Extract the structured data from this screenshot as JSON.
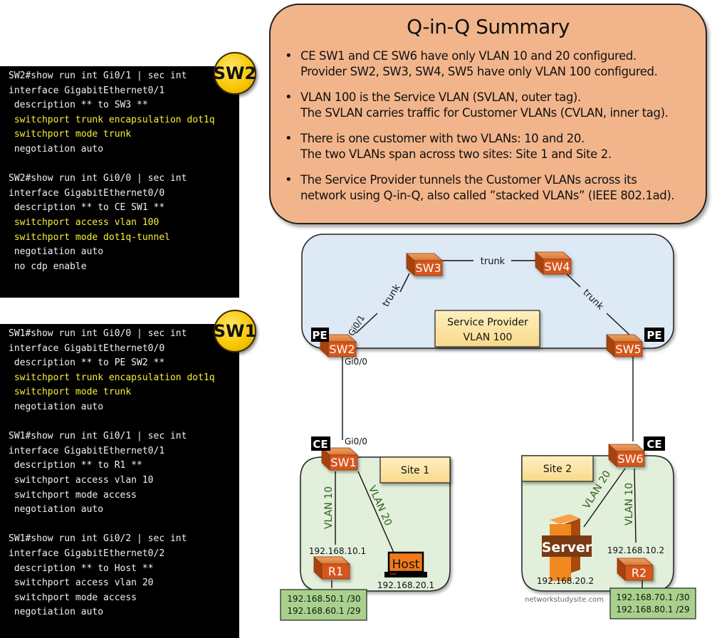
{
  "terminals": {
    "sw2": {
      "badge": "SW2",
      "lines": [
        {
          "text": "SW2#show run int Gi0/1 | sec int",
          "highlight": false
        },
        {
          "text": "interface GigabitEthernet0/1",
          "highlight": false
        },
        {
          "text": " description ** to SW3 **",
          "highlight": false
        },
        {
          "text": " switchport trunk encapsulation dot1q",
          "highlight": true
        },
        {
          "text": " switchport mode trunk",
          "highlight": true
        },
        {
          "text": " negotiation auto",
          "highlight": false
        },
        {
          "text": "",
          "highlight": false
        },
        {
          "text": "SW2#show run int Gi0/0 | sec int",
          "highlight": false
        },
        {
          "text": "interface GigabitEthernet0/0",
          "highlight": false
        },
        {
          "text": " description ** to CE SW1 **",
          "highlight": false
        },
        {
          "text": " switchport access vlan 100",
          "highlight": true
        },
        {
          "text": " switchport mode dot1q-tunnel",
          "highlight": true
        },
        {
          "text": " negotiation auto",
          "highlight": false
        },
        {
          "text": " no cdp enable",
          "highlight": false
        }
      ]
    },
    "sw1": {
      "badge": "SW1",
      "lines": [
        {
          "text": "SW1#show run int Gi0/0 | sec int",
          "highlight": false
        },
        {
          "text": "interface GigabitEthernet0/0",
          "highlight": false
        },
        {
          "text": " description ** to PE SW2 **",
          "highlight": false
        },
        {
          "text": " switchport trunk encapsulation dot1q",
          "highlight": true
        },
        {
          "text": " switchport mode trunk",
          "highlight": true
        },
        {
          "text": " negotiation auto",
          "highlight": false
        },
        {
          "text": "",
          "highlight": false
        },
        {
          "text": "SW1#show run int Gi0/1 | sec int",
          "highlight": false
        },
        {
          "text": "interface GigabitEthernet0/1",
          "highlight": false
        },
        {
          "text": " description ** to R1 **",
          "highlight": false
        },
        {
          "text": " switchport access vlan 10",
          "highlight": false
        },
        {
          "text": " switchport mode access",
          "highlight": false
        },
        {
          "text": " negotiation auto",
          "highlight": false
        },
        {
          "text": "",
          "highlight": false
        },
        {
          "text": "SW1#show run int Gi0/2 | sec int",
          "highlight": false
        },
        {
          "text": "interface GigabitEthernet0/2",
          "highlight": false
        },
        {
          "text": " description ** to Host **",
          "highlight": false
        },
        {
          "text": " switchport access vlan 20",
          "highlight": false
        },
        {
          "text": " switchport mode access",
          "highlight": false
        },
        {
          "text": " negotiation auto",
          "highlight": false
        }
      ]
    }
  },
  "summary": {
    "title": "Q-in-Q Summary",
    "bullets": [
      [
        "CE SW1 and CE SW6 have only VLAN 10 and 20 configured.",
        "Provider SW2, SW3, SW4, SW5 have only VLAN 100 configured."
      ],
      [
        "VLAN 100 is the Service VLAN (SVLAN, outer tag).",
        "The SVLAN carries traffic for Customer VLANs (CVLAN, inner tag)."
      ],
      [
        "There is one customer with two VLANs: 10 and 20.",
        "The two VLANs span across two sites: Site 1 and Site 2."
      ],
      [
        "The Service Provider tunnels the Customer VLANs across its",
        "network using Q-in-Q, also called ”stacked VLANs” (IEEE 802.1ad)."
      ]
    ]
  },
  "diagram": {
    "provider_label": [
      "Service Provider",
      "VLAN 100"
    ],
    "site1_label": "Site 1",
    "site2_label": "Site 2",
    "devices": {
      "sw1": "SW1",
      "sw2": "SW2",
      "sw3": "SW3",
      "sw4": "SW4",
      "sw5": "SW5",
      "sw6": "SW6",
      "r1": "R1",
      "r2": "R2",
      "host": "Host",
      "server": "Server"
    },
    "roles": {
      "pe": "PE",
      "ce": "CE"
    },
    "links": {
      "trunk": "trunk",
      "gi01": "Gi0/1",
      "gi00_sw2": "Gi0/0",
      "gi00_sw1": "Gi0/0",
      "vlan10": "VLAN 10",
      "vlan20": "VLAN 20"
    },
    "addresses": {
      "r1": "192.168.10.1",
      "host": "192.168.20.1",
      "server": "192.168.20.2",
      "r2": "192.168.10.2",
      "r1_nets": [
        "192.168.50.1 /30",
        "192.168.60.1 /29"
      ],
      "r2_nets": [
        "192.168.70.1 /30",
        "192.168.80.1 /29"
      ]
    },
    "watermark": "networkstudysite.com",
    "colors": {
      "provider_bg": "#dde9f5",
      "site_bg": "#e1efdb",
      "device": "#d6561c",
      "label_box": "#fbe5a4",
      "net_box": "#a9d18e",
      "vlan_text": "#2f5e1d"
    }
  }
}
